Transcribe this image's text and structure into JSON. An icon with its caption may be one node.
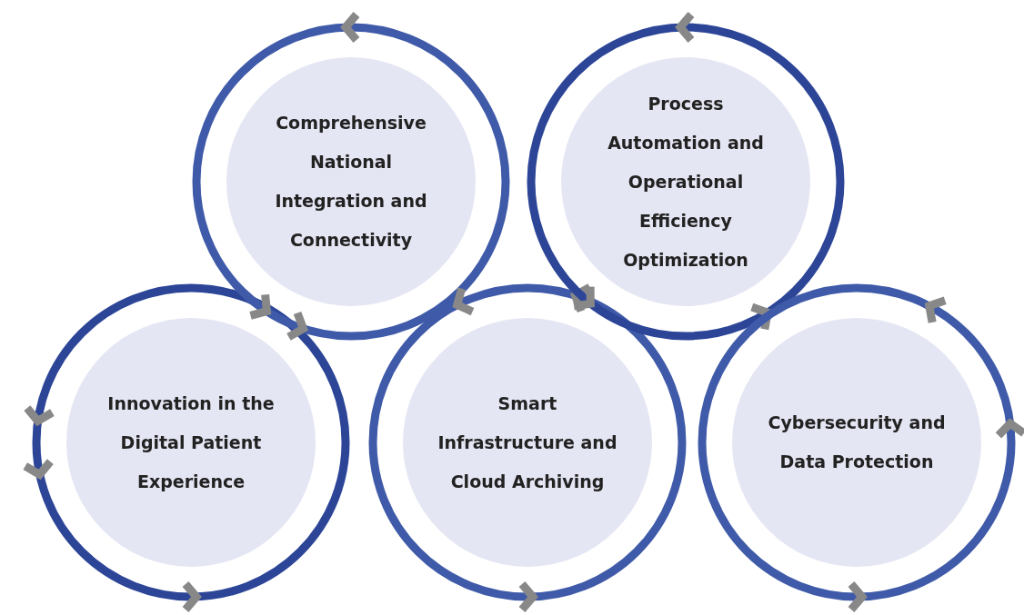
{
  "diagram": {
    "nodes": [
      {
        "text": [
          "Innovation in the Digital Patient Experience"
        ]
      },
      {
        "text": [
          "Comprehensive National Integration and Connectivity"
        ]
      },
      {
        "text": [
          "Smart Infrastructure and Cloud Archiving"
        ]
      },
      {
        "text": [
          "Process Automation and Operational Efficiency Optimization"
        ]
      },
      {
        "text": [
          "Cybersecurity and Data Protection"
        ]
      }
    ]
  }
}
